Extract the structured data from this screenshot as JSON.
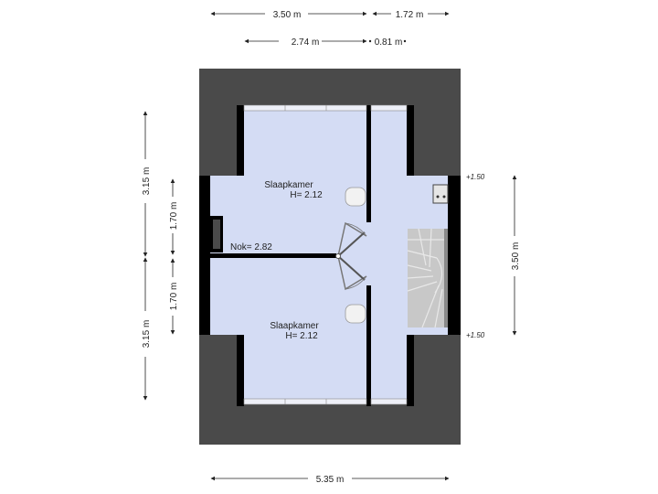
{
  "dimensions": {
    "top_row_1": [
      "3.50 m",
      "1.72 m"
    ],
    "top_row_2": [
      "2.74 m",
      "0.81 m"
    ],
    "left_outer": [
      "3.15 m",
      "3.15 m"
    ],
    "left_inner": [
      "1.70 m",
      "1.70 m"
    ],
    "right": "3.50 m",
    "bottom": "5.35 m"
  },
  "rooms": [
    {
      "name": "Slaapkamer",
      "height": "H= 2.12"
    },
    {
      "name": "Slaapkamer",
      "height": "H= 2.12"
    }
  ],
  "ridge_label": "Nok= 2.82",
  "levels": [
    "+1.50",
    "+1.50"
  ],
  "colors": {
    "roof": "#4a4a4a",
    "floor": "#d4dcf4",
    "wall": "#000000",
    "window": "#eef0f8",
    "stair": "#c8c8c8"
  }
}
